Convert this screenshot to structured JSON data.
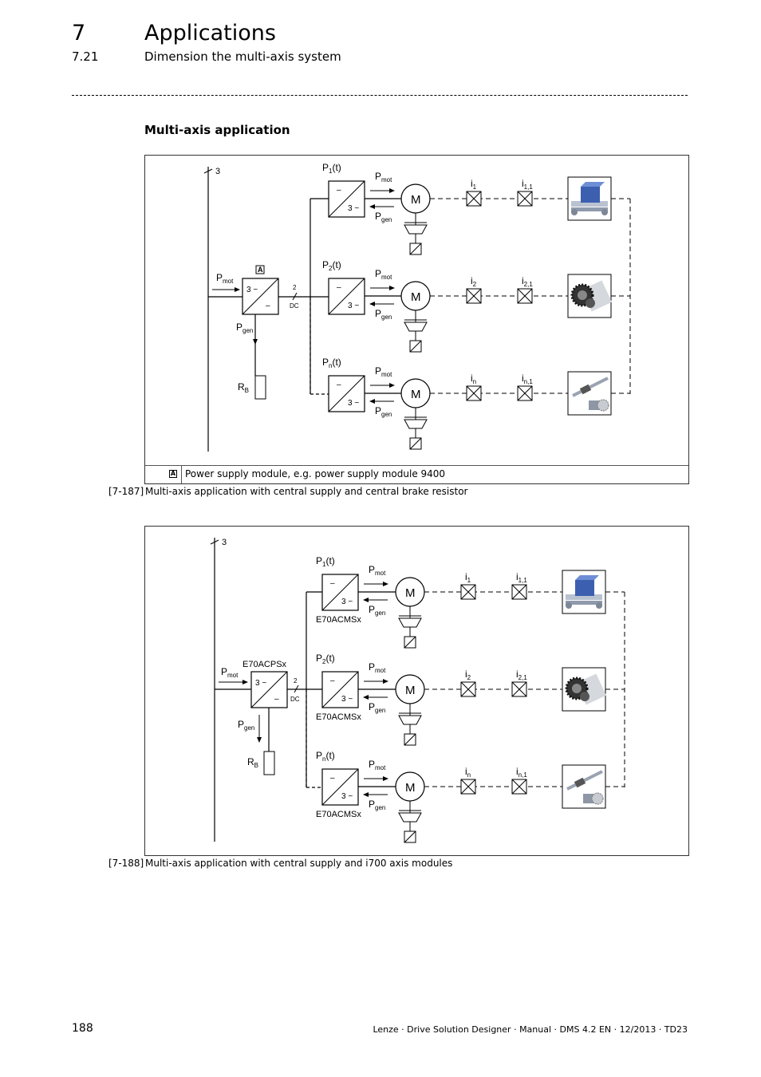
{
  "header": {
    "chapter_number": "7",
    "chapter_title": "Applications",
    "section_number": "7.21",
    "section_title": "Dimension the multi-axis system"
  },
  "heading": "Multi-axis application",
  "figure1": {
    "supply_phase": "3",
    "module_marker": "A",
    "module_in": "3 ~",
    "module_out": "–",
    "dc_count": "2",
    "dc_label": "DC",
    "p_mot": "P",
    "p_mot_sub": "mot",
    "p_gen": "P",
    "p_gen_sub": "gen",
    "r_b": "R",
    "r_b_sub": "B",
    "axes": [
      {
        "power": "P",
        "power_sub": "1",
        "power_t": "(t)",
        "inv_top": "–",
        "inv_bottom": "3 ~",
        "motor": "M",
        "i_a": "i",
        "i_a_sub": "1",
        "i_b": "i",
        "i_b_sub": "1,1",
        "machine": "linear-slide"
      },
      {
        "power": "P",
        "power_sub": "2",
        "power_t": "(t)",
        "inv_top": "–",
        "inv_bottom": "3 ~",
        "motor": "M",
        "i_a": "i",
        "i_a_sub": "2",
        "i_b": "i",
        "i_b_sub": "2,1",
        "machine": "gear-roller"
      },
      {
        "power": "P",
        "power_sub": "n",
        "power_t": "(t)",
        "inv_top": "–",
        "inv_bottom": "3 ~",
        "motor": "M",
        "i_a": "i",
        "i_a_sub": "n",
        "i_b": "i",
        "i_b_sub": "n,1",
        "machine": "spindle-gear"
      }
    ],
    "legend_key": "A",
    "legend_text": "Power supply module, e.g. power supply module 9400"
  },
  "caption1": {
    "number": "[7-187]",
    "text": "Multi-axis application with central supply and central brake resistor"
  },
  "figure2": {
    "supply_phase": "3",
    "supply_module": "E70ACPSx",
    "module_in": "3 ~",
    "module_out": "–",
    "dc_count": "2",
    "dc_label": "DC",
    "p_mot": "P",
    "p_mot_sub": "mot",
    "p_gen": "P",
    "p_gen_sub": "gen",
    "r_b": "R",
    "r_b_sub": "B",
    "axis_module": "E70ACMSx",
    "axes": [
      {
        "power": "P",
        "power_sub": "1",
        "power_t": "(t)",
        "inv_top": "–",
        "inv_bottom": "3 ~",
        "motor": "M",
        "i_a": "i",
        "i_a_sub": "1",
        "i_b": "i",
        "i_b_sub": "1,1",
        "machine": "linear-slide"
      },
      {
        "power": "P",
        "power_sub": "2",
        "power_t": "(t)",
        "inv_top": "–",
        "inv_bottom": "3 ~",
        "motor": "M",
        "i_a": "i",
        "i_a_sub": "2",
        "i_b": "i",
        "i_b_sub": "2,1",
        "machine": "gear-roller"
      },
      {
        "power": "P",
        "power_sub": "n",
        "power_t": "(t)",
        "inv_top": "–",
        "inv_bottom": "3 ~",
        "motor": "M",
        "i_a": "i",
        "i_a_sub": "n",
        "i_b": "i",
        "i_b_sub": "n,1",
        "machine": "spindle-gear"
      }
    ]
  },
  "caption2": {
    "number": "[7-188]",
    "text": "Multi-axis application with central supply and i700 axis modules"
  },
  "footer": {
    "page_number": "188",
    "text": "Lenze · Drive Solution Designer · Manual · DMS 4.2 EN · 12/2013 · TD23"
  }
}
